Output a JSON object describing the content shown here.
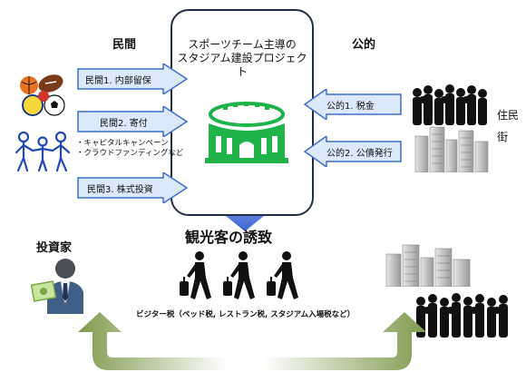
{
  "project": {
    "title_line1": "スポーツチーム主導の",
    "title_line2": "スタジアム建設プロジェクト"
  },
  "private": {
    "heading": "民間",
    "items": [
      {
        "label": "民間1. 内部留保"
      },
      {
        "label": "民間2. 寄付"
      },
      {
        "label": "民間3. 株式投資"
      }
    ],
    "donation_note_line1": "キャピタルキャンペーン",
    "donation_note_line2": "クラウドファンディングなど"
  },
  "public": {
    "heading": "公的",
    "items": [
      {
        "label": "公的1. 税金"
      },
      {
        "label": "公的2. 公債発行"
      }
    ],
    "residents_label": "住民",
    "city_label": "街"
  },
  "investor": {
    "label": "投資家"
  },
  "tourism": {
    "heading": "観光客の誘致",
    "tax_note": "ビジター税（ベッド税, レストラン税, スタジアム入場税など）"
  },
  "colors": {
    "arrow_blue": "#3a6fcf",
    "arrow_fill_light": "#dce8fb",
    "green_arrow": "#7f9a4e",
    "stadium_green": "#1fb34a",
    "box_border": "#1e2f45"
  },
  "icons": [
    "balls-icon",
    "family-icon",
    "investor-icon",
    "stadium-icon",
    "crowd-icon",
    "city-icon",
    "traveler-icon"
  ]
}
